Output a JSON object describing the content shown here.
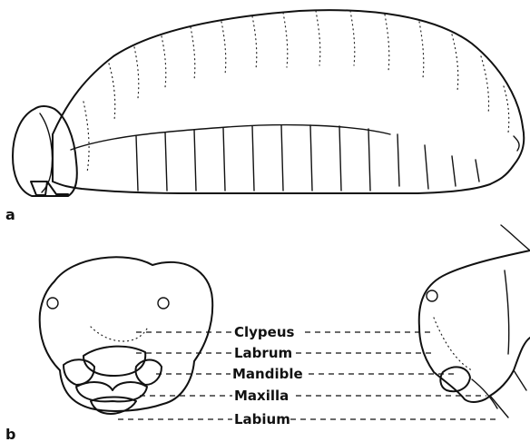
{
  "panels": {
    "a": "a",
    "b": "b"
  },
  "labels": {
    "clypeus": "Clypeus",
    "labrum": "Labrum",
    "mandible": "Mandible",
    "maxilla": "Maxilla",
    "labium": "Labium"
  }
}
